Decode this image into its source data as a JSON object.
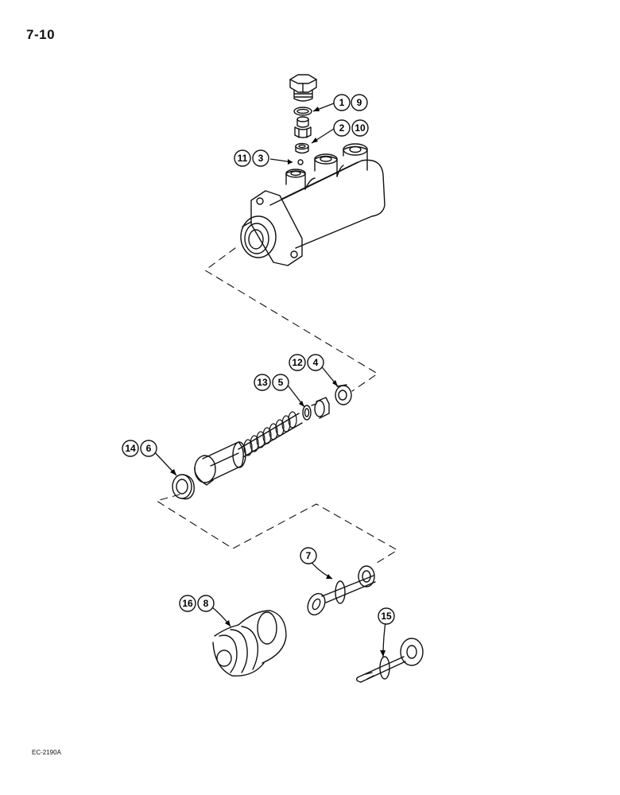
{
  "page": {
    "number": "7-10",
    "figure_code": "EC-2190A"
  },
  "callouts": [
    {
      "id": "c-1-9",
      "numbers": [
        "1",
        "9"
      ]
    },
    {
      "id": "c-2-10",
      "numbers": [
        "2",
        "10"
      ]
    },
    {
      "id": "c-11-3",
      "numbers": [
        "11",
        "3"
      ]
    },
    {
      "id": "c-12-4",
      "numbers": [
        "12",
        "4"
      ]
    },
    {
      "id": "c-13-5",
      "numbers": [
        "13",
        "5"
      ]
    },
    {
      "id": "c-14-6",
      "numbers": [
        "14",
        "6"
      ]
    },
    {
      "id": "c-7",
      "numbers": [
        "7"
      ]
    },
    {
      "id": "c-16-8",
      "numbers": [
        "16",
        "8"
      ]
    },
    {
      "id": "c-15",
      "numbers": [
        "15"
      ]
    }
  ]
}
